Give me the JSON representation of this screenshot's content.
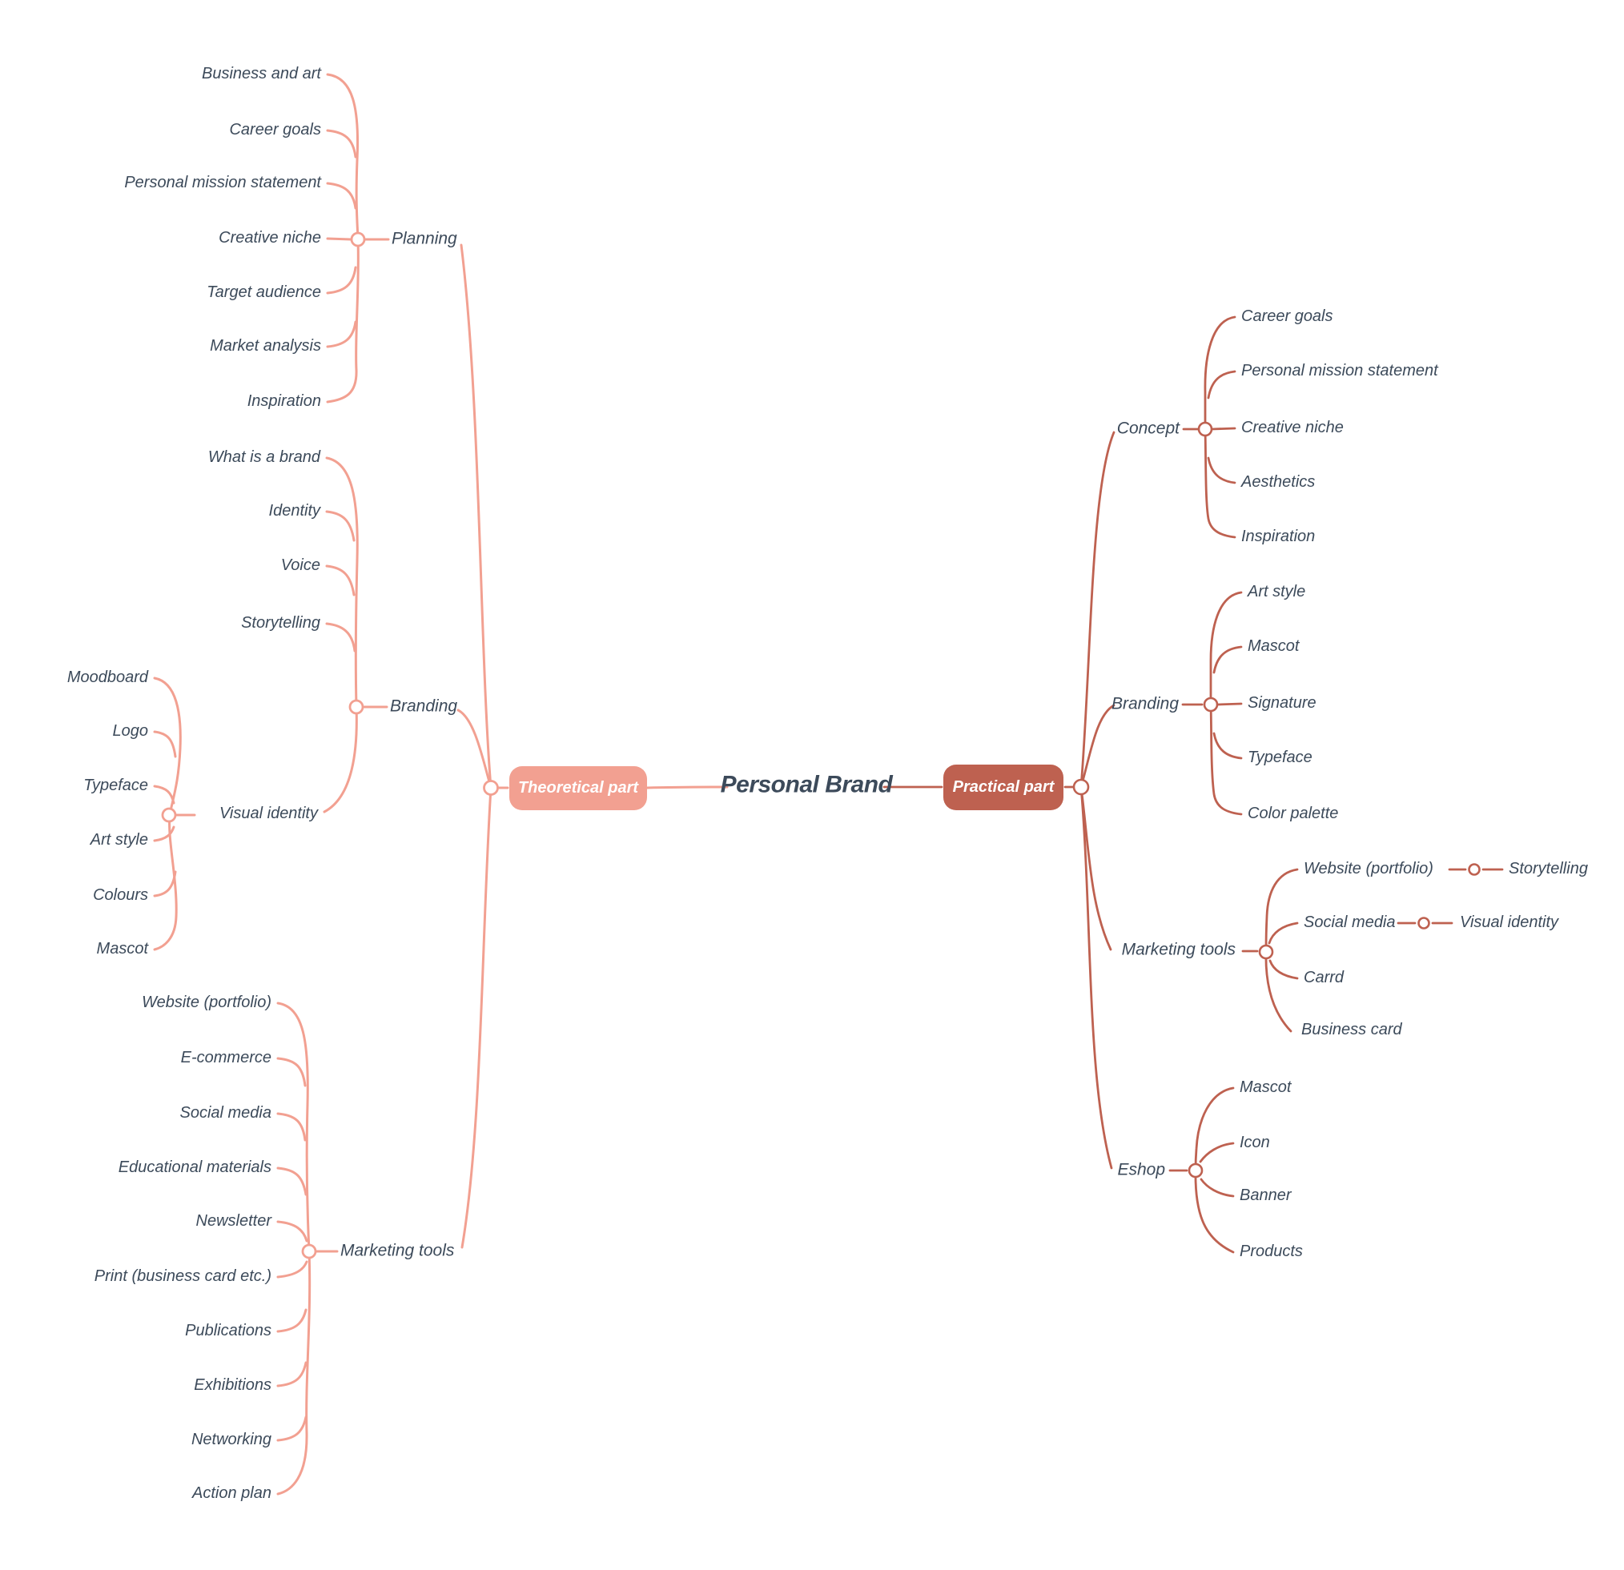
{
  "title": "Personal Brand",
  "colors": {
    "left": "#F2A091",
    "right": "#BE6150",
    "text": "#3C4A5A"
  },
  "left": {
    "label": "Theoretical part",
    "branches": [
      {
        "label": "Planning",
        "children": [
          {
            "label": "Business and art"
          },
          {
            "label": "Career goals"
          },
          {
            "label": "Personal mission statement"
          },
          {
            "label": "Creative niche"
          },
          {
            "label": "Target audience"
          },
          {
            "label": "Market analysis"
          },
          {
            "label": "Inspiration"
          }
        ]
      },
      {
        "label": "Branding",
        "children": [
          {
            "label": "What is a brand"
          },
          {
            "label": "Identity"
          },
          {
            "label": "Voice"
          },
          {
            "label": "Storytelling"
          },
          {
            "label": "Visual identity",
            "children": [
              {
                "label": "Moodboard"
              },
              {
                "label": "Logo"
              },
              {
                "label": "Typeface"
              },
              {
                "label": "Art style"
              },
              {
                "label": "Colours"
              },
              {
                "label": "Mascot"
              }
            ]
          }
        ]
      },
      {
        "label": "Marketing tools",
        "children": [
          {
            "label": "Website (portfolio)"
          },
          {
            "label": "E-commerce"
          },
          {
            "label": "Social media"
          },
          {
            "label": "Educational materials"
          },
          {
            "label": "Newsletter"
          },
          {
            "label": "Print (business card etc.)"
          },
          {
            "label": "Publications"
          },
          {
            "label": "Exhibitions"
          },
          {
            "label": "Networking"
          },
          {
            "label": "Action plan"
          }
        ]
      }
    ]
  },
  "right": {
    "label": "Practical part",
    "branches": [
      {
        "label": "Concept",
        "children": [
          {
            "label": "Career goals"
          },
          {
            "label": "Personal mission statement"
          },
          {
            "label": "Creative niche"
          },
          {
            "label": "Aesthetics"
          },
          {
            "label": "Inspiration"
          }
        ]
      },
      {
        "label": "Branding",
        "children": [
          {
            "label": "Art style"
          },
          {
            "label": "Mascot"
          },
          {
            "label": "Signature"
          },
          {
            "label": "Typeface"
          },
          {
            "label": "Color palette"
          }
        ]
      },
      {
        "label": "Marketing tools",
        "children": [
          {
            "label": "Website (portfolio)",
            "children": [
              {
                "label": "Storytelling"
              }
            ]
          },
          {
            "label": "Social media",
            "children": [
              {
                "label": "Visual identity"
              }
            ]
          },
          {
            "label": "Carrd"
          },
          {
            "label": "Business card"
          }
        ]
      },
      {
        "label": "Eshop",
        "children": [
          {
            "label": "Mascot"
          },
          {
            "label": "Icon"
          },
          {
            "label": "Banner"
          },
          {
            "label": "Products"
          }
        ]
      }
    ]
  }
}
